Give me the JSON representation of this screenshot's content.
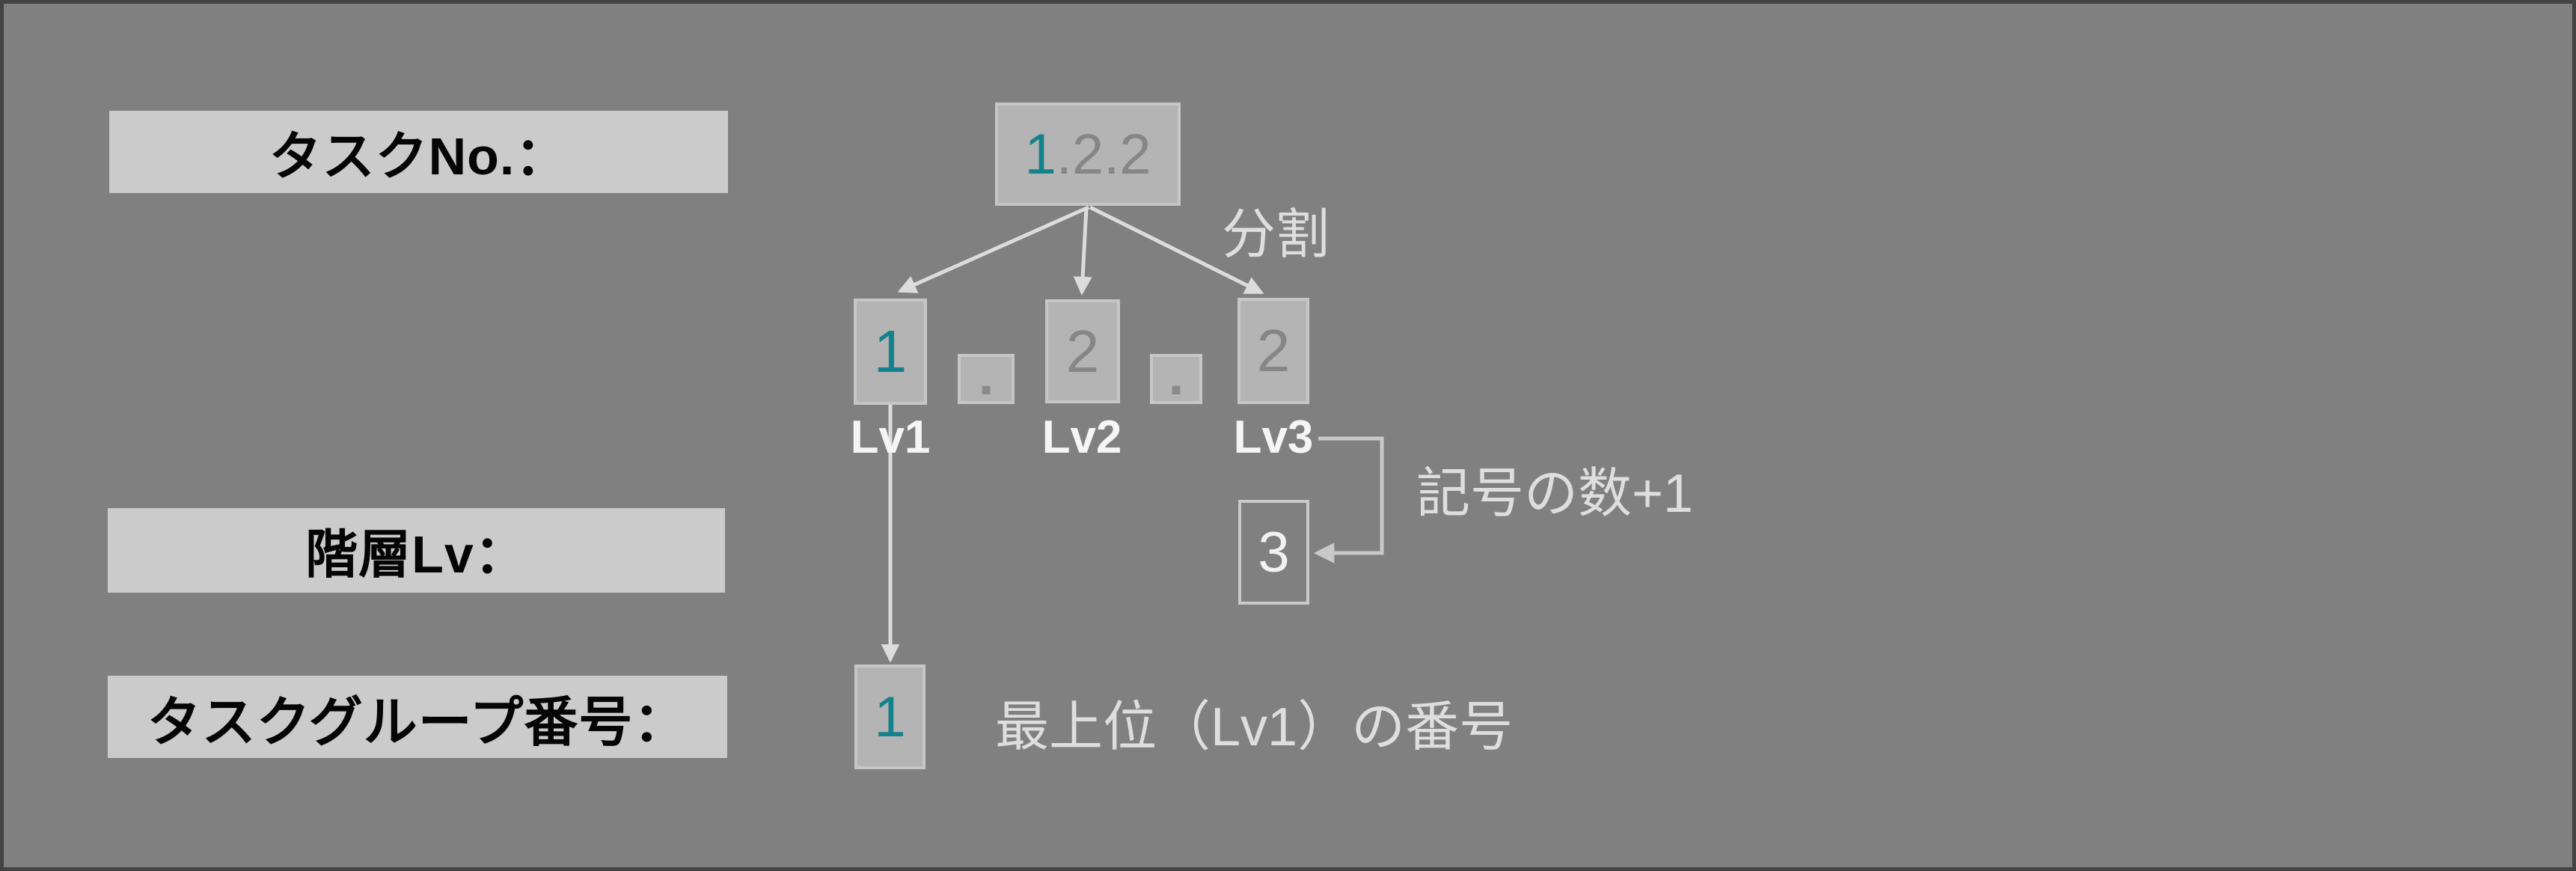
{
  "colors": {
    "background": "#808080",
    "frame_border": "#434343",
    "label_box_bg": "#cbcbcb",
    "node_box_bg": "#b4b4b4",
    "node_box_border": "#c6c6c6",
    "accent_teal": "#14828c",
    "muted_number_gray": "#868686",
    "arrow_light": "#dcdcdc",
    "connector_gray": "#c9c9c9",
    "annotation_text": "#dedede",
    "label_text": "#000000"
  },
  "rows": {
    "task_no": {
      "label": "タスクNo.："
    },
    "hierarchy": {
      "label": "階層Lv："
    },
    "task_group": {
      "label": "タスクグループ番号："
    }
  },
  "tree": {
    "root": {
      "accent": "1",
      "rest": ".2.2"
    },
    "split_annotation": "分割",
    "separator": ".",
    "children": [
      {
        "value": "1",
        "level": "Lv1"
      },
      {
        "value": "2",
        "level": "Lv2"
      },
      {
        "value": "2",
        "level": "Lv3"
      }
    ]
  },
  "hierarchy": {
    "value": "3",
    "annotation": "記号の数+1"
  },
  "group": {
    "value": "1",
    "annotation": "最上位（Lv1）の番号"
  }
}
